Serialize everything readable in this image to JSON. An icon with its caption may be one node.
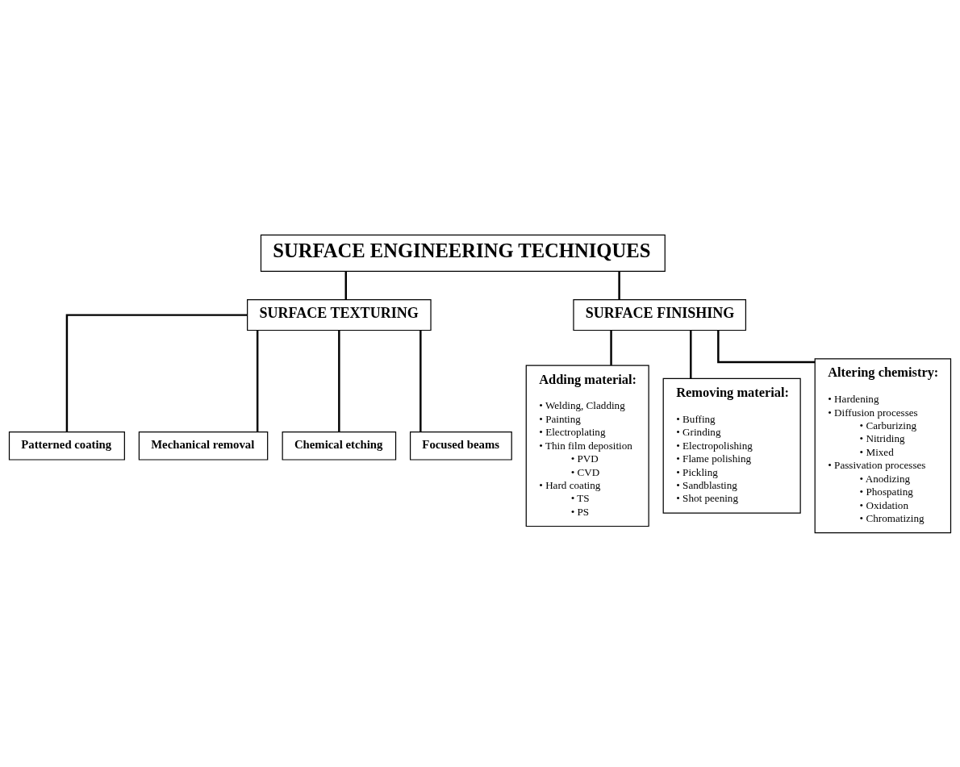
{
  "diagram": {
    "nodes": [
      {
        "text": [
          "SURFACE ENGINEERING TECHNIQUES"
        ]
      },
      {
        "text": [
          "SURFACE TEXTURING"
        ]
      },
      {
        "text": [
          "SURFACE FINISHING"
        ]
      },
      {
        "text": [
          "Patterned coating"
        ]
      },
      {
        "text": [
          "Mechanical removal"
        ]
      },
      {
        "text": [
          "Chemical etching"
        ]
      },
      {
        "text": [
          "Focused beams"
        ]
      },
      {
        "text": [
          "Adding material:",
          "• Welding, Cladding",
          "• Painting",
          "• Electroplating",
          "• Thin film deposition",
          "• PVD",
          "• CVD",
          "• Hard coating",
          "• TS",
          "• PS"
        ]
      },
      {
        "text": [
          "Removing material:",
          "• Buffing",
          "• Grinding",
          "• Electropolishing",
          "• Flame polishing",
          "• Pickling",
          "• Sandblasting",
          "• Shot peening"
        ]
      },
      {
        "text": [
          "Altering chemistry:",
          "• Hardening",
          "• Diffusion processes",
          "• Carburizing",
          "• Nitriding",
          "• Mixed",
          "• Passivation processes",
          "• Anodizing",
          "• Phospating",
          "• Oxidation",
          "• Chromatizing"
        ]
      }
    ],
    "edges": [
      {
        "from": 0,
        "to": 1,
        "arrow": "none"
      },
      {
        "from": 0,
        "to": 2,
        "arrow": "none"
      },
      {
        "from": 1,
        "to": 3,
        "arrow": "none"
      },
      {
        "from": 1,
        "to": 4,
        "arrow": "none"
      },
      {
        "from": 1,
        "to": 5,
        "arrow": "none"
      },
      {
        "from": 1,
        "to": 6,
        "arrow": "none"
      },
      {
        "from": 2,
        "to": 7,
        "arrow": "none"
      },
      {
        "from": 2,
        "to": 8,
        "arrow": "none"
      },
      {
        "from": 2,
        "to": 9,
        "arrow": "none"
      }
    ]
  }
}
